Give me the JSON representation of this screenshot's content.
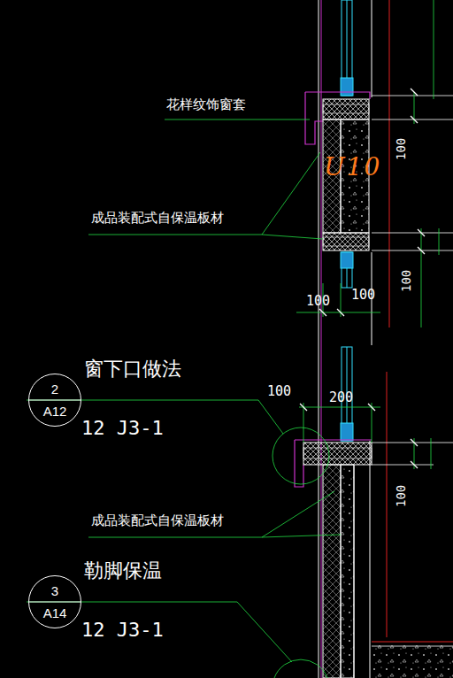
{
  "diagram": {
    "nodes": [
      {
        "text": [
          "2",
          "A12"
        ]
      },
      {
        "text": [
          "3",
          "A14"
        ]
      }
    ],
    "labels": [
      "花样纹饰窗套",
      "U10",
      "成品装配式自保温板材",
      "100",
      "100",
      "100",
      "100",
      "窗下口做法",
      "12 J3-1",
      "100",
      "200",
      "100",
      "成品装配式自保温板材",
      "勒脚保温",
      "12 J3-1"
    ]
  }
}
